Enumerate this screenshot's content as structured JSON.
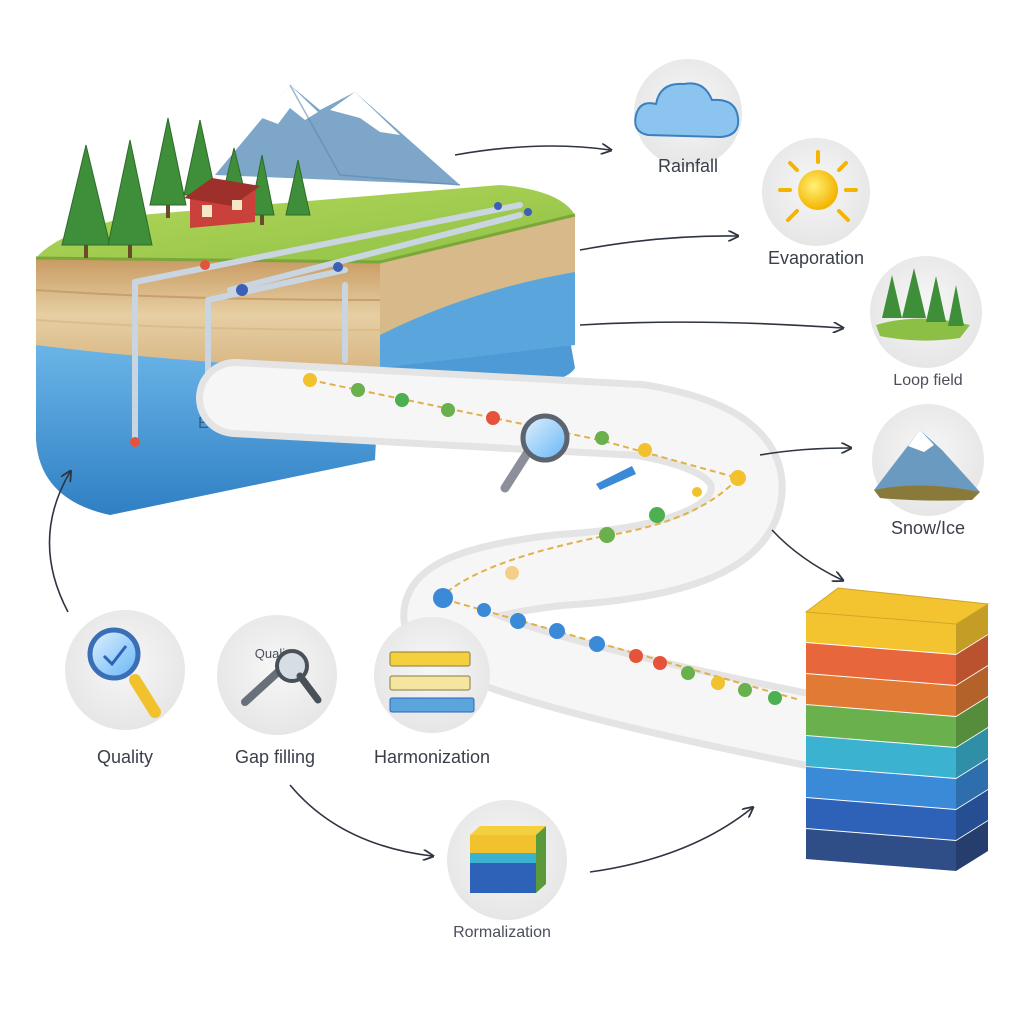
{
  "diagram": {
    "borehole_text": "EB",
    "outputs": [
      {
        "id": "rainfall",
        "label": "Rainfall",
        "icon": "cloud-icon"
      },
      {
        "id": "evaporation",
        "label": "Evaporation",
        "icon": "sun-icon"
      },
      {
        "id": "loop_field",
        "label": "Loop field",
        "icon": "forest-icon"
      },
      {
        "id": "snow_ice",
        "label": "Snow/Ice",
        "icon": "mountain-icon"
      }
    ],
    "steps": [
      {
        "id": "quality",
        "label": "Quality",
        "icon": "magnifier-icon"
      },
      {
        "id": "gap_filling",
        "label": "Gap filling",
        "icon": "wrench-magnifier-icon",
        "icon_text": "Quality"
      },
      {
        "id": "harmonization",
        "label": "Harmonization",
        "icon": "bars-icon"
      },
      {
        "id": "formatting",
        "label": "Rormalization",
        "icon": "blocks-icon"
      }
    ],
    "colors": {
      "water": "#3f8fd0",
      "soil": "#d9b98a",
      "grass": "#9ccc4e",
      "path": "#ececec",
      "stack": [
        "#f4c430",
        "#e8663c",
        "#e07a34",
        "#6ab04c",
        "#3bb3d0",
        "#3a8ad8",
        "#2e62b8",
        "#2f4e88"
      ]
    }
  }
}
